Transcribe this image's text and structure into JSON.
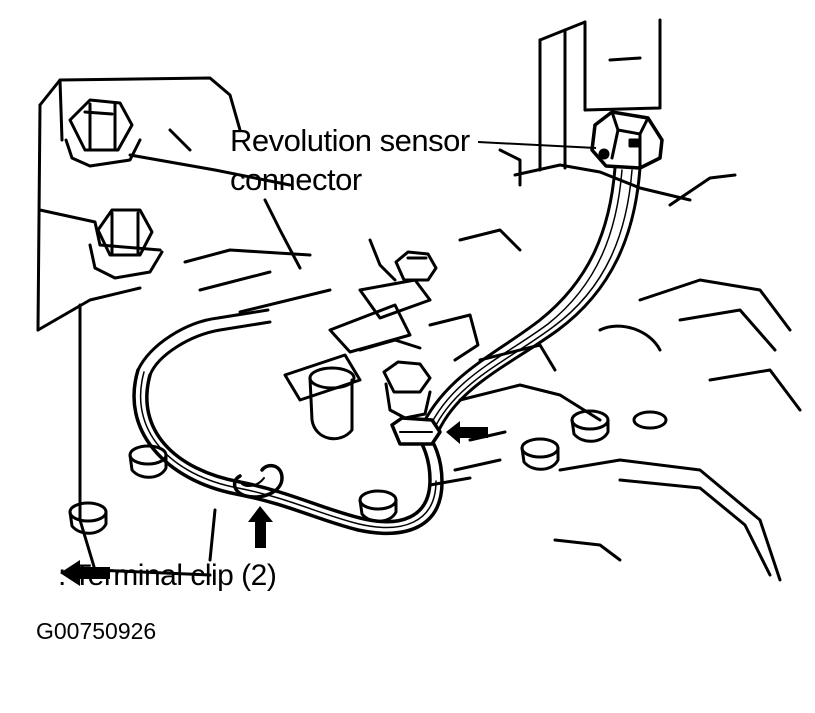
{
  "callout": {
    "line1": "Revolution sensor",
    "line2": "connector"
  },
  "legend": {
    "text": ": Terminal clip (2)",
    "arrow_icon": "left-arrow-icon"
  },
  "figure_id": "G00750926",
  "colors": {
    "ink": "#000000",
    "paper": "#ffffff"
  }
}
